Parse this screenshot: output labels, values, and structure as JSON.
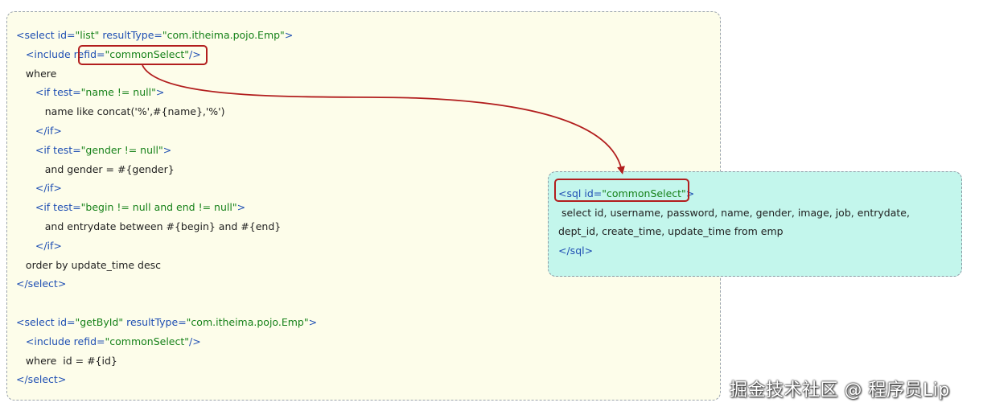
{
  "left_code": [
    [
      [
        "tag",
        "<select"
      ],
      [
        "attr",
        " id"
      ],
      [
        "tag",
        "="
      ],
      [
        "val",
        "\"list\""
      ],
      [
        "attr",
        " resultType"
      ],
      [
        "tag",
        "="
      ],
      [
        "val",
        "\"com.itheima.pojo.Emp\""
      ],
      [
        "tag",
        ">"
      ]
    ],
    [
      [
        "txt",
        "   "
      ],
      [
        "tag",
        "<include"
      ],
      [
        "attr",
        " refid"
      ],
      [
        "tag",
        "="
      ],
      [
        "val",
        "\"commonSelect\""
      ],
      [
        "tag",
        "/>"
      ]
    ],
    [
      [
        "txt",
        "   where"
      ]
    ],
    [
      [
        "txt",
        "      "
      ],
      [
        "tag",
        "<if"
      ],
      [
        "attr",
        " test"
      ],
      [
        "tag",
        "="
      ],
      [
        "val",
        "\"name != null\""
      ],
      [
        "tag",
        ">"
      ]
    ],
    [
      [
        "txt",
        "         name like concat('%',#{name},'%')"
      ]
    ],
    [
      [
        "txt",
        "      "
      ],
      [
        "tag",
        "</if>"
      ]
    ],
    [
      [
        "txt",
        "      "
      ],
      [
        "tag",
        "<if"
      ],
      [
        "attr",
        " test"
      ],
      [
        "tag",
        "="
      ],
      [
        "val",
        "\"gender != null\""
      ],
      [
        "tag",
        ">"
      ]
    ],
    [
      [
        "txt",
        "         and gender = #{gender}"
      ]
    ],
    [
      [
        "txt",
        "      "
      ],
      [
        "tag",
        "</if>"
      ]
    ],
    [
      [
        "txt",
        "      "
      ],
      [
        "tag",
        "<if"
      ],
      [
        "attr",
        " test"
      ],
      [
        "tag",
        "="
      ],
      [
        "val",
        "\"begin != null and end != null\""
      ],
      [
        "tag",
        ">"
      ]
    ],
    [
      [
        "txt",
        "         and entrydate between #{begin} and #{end}"
      ]
    ],
    [
      [
        "txt",
        "      "
      ],
      [
        "tag",
        "</if>"
      ]
    ],
    [
      [
        "txt",
        "   order by update_time desc"
      ]
    ],
    [
      [
        "tag",
        "</select>"
      ]
    ],
    [],
    [
      [
        "tag",
        "<select"
      ],
      [
        "attr",
        " id"
      ],
      [
        "tag",
        "="
      ],
      [
        "val",
        "\"getById\""
      ],
      [
        "attr",
        " resultType"
      ],
      [
        "tag",
        "="
      ],
      [
        "val",
        "\"com.itheima.pojo.Emp\""
      ],
      [
        "tag",
        ">"
      ]
    ],
    [
      [
        "txt",
        "   "
      ],
      [
        "tag",
        "<include"
      ],
      [
        "attr",
        " refid"
      ],
      [
        "tag",
        "="
      ],
      [
        "val",
        "\"commonSelect\""
      ],
      [
        "tag",
        "/>"
      ]
    ],
    [
      [
        "txt",
        "   where  id = #{id}"
      ]
    ],
    [
      [
        "tag",
        "</select>"
      ]
    ]
  ],
  "right_code": [
    [
      [
        "tag",
        "<sql"
      ],
      [
        "attr",
        " id"
      ],
      [
        "tag",
        "="
      ],
      [
        "val",
        "\"commonSelect\""
      ],
      [
        "tag",
        ">"
      ]
    ],
    [
      [
        "txt",
        " select id, username, password, name, gender, image, job, entrydate,"
      ]
    ],
    [
      [
        "txt",
        "dept_id, create_time, update_time from emp"
      ]
    ],
    [
      [
        "tag",
        "</sql>"
      ]
    ]
  ],
  "watermark": "掘金技术社区 @ 程序员Lip",
  "colors": {
    "tag": "#1f4fb3",
    "value": "#17821a",
    "text": "#1f1f1f",
    "highlight": "#b21e1e",
    "left_panel_bg": "#fdfdea",
    "right_panel_bg": "#c3f6ec"
  }
}
